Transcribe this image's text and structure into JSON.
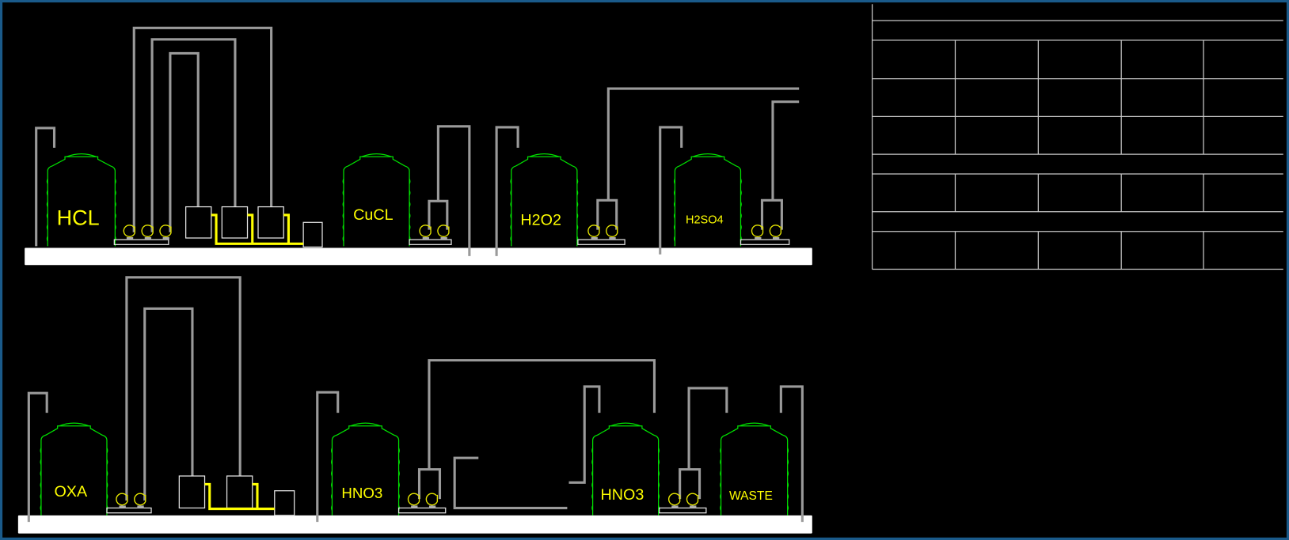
{
  "drawing": {
    "top_row_tanks": [
      "HCL",
      "CuCL",
      "H2O2",
      "H2SO4"
    ],
    "bottom_row_tanks": [
      "OXA",
      "HNO3",
      "HNO3",
      "WASTE"
    ]
  },
  "colors": {
    "background": "#000000",
    "frame": "#1a5a8a",
    "tank_outline": "#00e000",
    "label": "#ffff00",
    "pipe": "#9a9a9a",
    "platform": "#ffffff"
  },
  "table": {
    "rows": 9
  }
}
